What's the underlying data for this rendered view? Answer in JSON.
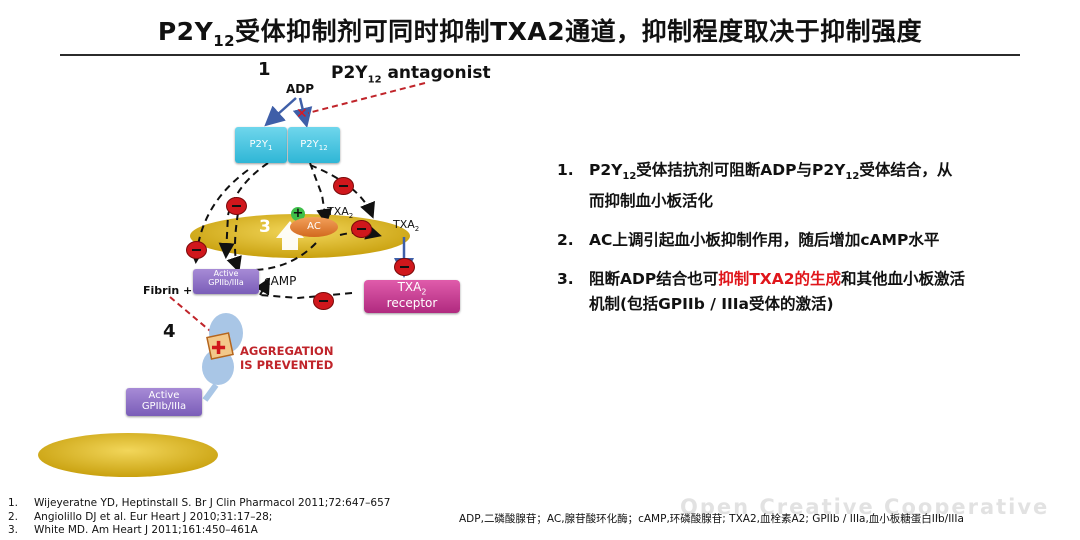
{
  "title": {
    "prefix": "P2Y",
    "sub": "12",
    "suffix": "受体抑制剂可同时抑制TXA2通道，抑制程度取决于抑制强度"
  },
  "diagram": {
    "step1": "1",
    "step3": "3",
    "step4": "4",
    "antagonist": {
      "prefix": "P2Y",
      "sub": "12",
      "suffix": " antagonist"
    },
    "adp": "ADP",
    "p2y1": {
      "prefix": "P2Y",
      "sub": "1"
    },
    "p2y12": {
      "prefix": "P2Y",
      "sub": "12"
    },
    "ac": "AC",
    "ac_plus": "+",
    "txa2_inner": {
      "prefix": "TXA",
      "sub": "2"
    },
    "txa2_outer": {
      "prefix": "TXA",
      "sub": "2"
    },
    "camp": "cAMP",
    "fibrin": "Fibrin +",
    "active_gp_small": {
      "line1": "Active",
      "line2": "GPIIb/IIIa"
    },
    "active_gp_large": {
      "line1": "Active",
      "line2": "GPIIb/IIIa"
    },
    "txa2_receptor": {
      "prefix": "TXA",
      "sub": "2",
      "line2": "receptor"
    },
    "aggregation": {
      "line1": "AGGREGATION",
      "line2": "IS PREVENTED"
    },
    "colors": {
      "receptor": "#2fb6d6",
      "gp": "#7a5db8",
      "txa_receptor": "#c0358c",
      "inhibitor": "#d0171c",
      "platelet": "#d4b314",
      "dashed_red": "#c0242a"
    }
  },
  "bullets": [
    {
      "num": "1.",
      "pre": "P2Y",
      "sub1": "12",
      "mid": "受体拮抗剂可阻断ADP与P2Y",
      "sub2": "12",
      "post": "受体结合，从而抑制血小板活化"
    },
    {
      "num": "2.",
      "text": "AC上调引起血小板抑制作用，随后增加cAMP水平"
    },
    {
      "num": "3.",
      "pre": "阻断ADP结合也可",
      "highlight": "抑制TXA2的生成",
      "post": "和其他血小板激活机制(包括GPIIb / IIIa受体的激活)"
    }
  ],
  "references": [
    {
      "num": "1.",
      "text": "Wijeyeratne YD, Heptinstall S. Br J Clin Pharmacol 2011;72:647–657"
    },
    {
      "num": "2.",
      "text": "Angiolillo DJ et al. Eur Heart J 2010;31:17–28;"
    },
    {
      "num": "3.",
      "text": "White MD. Am Heart J 2011;161:450–461A"
    }
  ],
  "abbreviations": "ADP,二磷酸腺苷；AC,腺苷酸环化酶；cAMP,环磷酸腺苷; TXA2,血栓素A2; GPIIb / IIIa,血小板糖蛋白IIb/IIIa",
  "watermark": "Open Creative Cooperative"
}
